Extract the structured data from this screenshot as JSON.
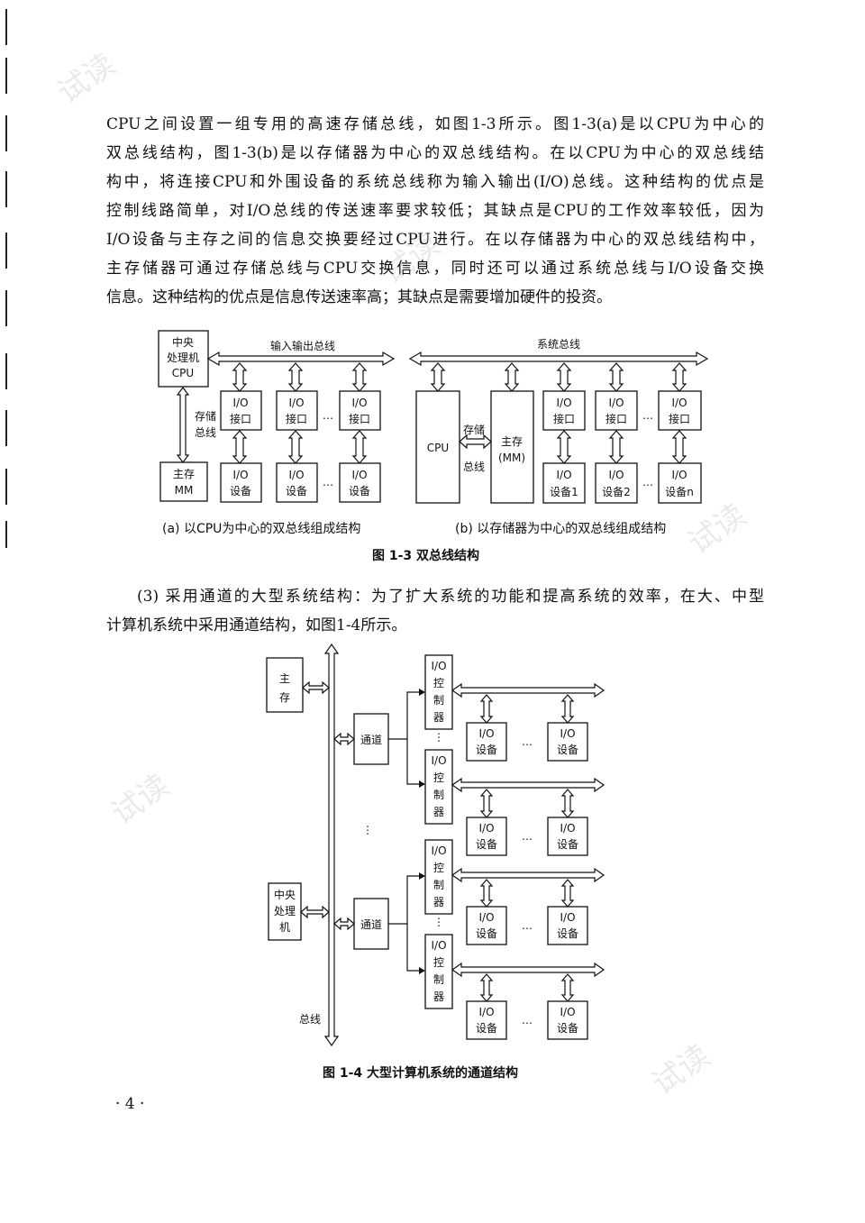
{
  "body_paragraph_1_lines": [
    "CPU之间设置一组专用的高速存储总线，如图1-3所示。图1-3(a)是以CPU为中心的",
    "双总线结构，图1-3(b)是以存储器为中心的双总线结构。在以CPU为中心的双总线结",
    "构中，将连接CPU和外围设备的系统总线称为输入输出(I/O)总线。这种结构的优点是",
    "控制线路简单，对I/O总线的传送速率要求较低；其缺点是CPU的工作效率较低，因为",
    "I/O设备与主存之间的信息交换要经过CPU进行。在以存储器为中心的双总线结构中，",
    "主存储器可通过存储总线与CPU交换信息，同时还可以通过系统总线与I/O设备交换",
    "信息。这种结构的优点是信息传送速率高；其缺点是需要增加硬件的投资。"
  ],
  "body_paragraph_2_lines": [
    "(3) 采用通道的大型系统结构：为了扩大系统的功能和提高系统的效率，在大、中型",
    "计算机系统中采用通道结构，如图1-4所示。"
  ],
  "fig13": {
    "a": {
      "cpu_label": [
        "中央",
        "处理机",
        "CPU"
      ],
      "io_bus": "输入输出总线",
      "storage_bus": [
        "存储",
        "总线"
      ],
      "mm_label": [
        "主存",
        "MM"
      ],
      "interface": [
        "I/O",
        "接口"
      ],
      "device": [
        "I/O",
        "设备"
      ],
      "ellipsis": "…",
      "caption": "(a) 以CPU为中心的双总线组成结构"
    },
    "b": {
      "system_bus": "系统总线",
      "cpu": "CPU",
      "storage_bus": [
        "存储",
        "总线"
      ],
      "mm_label": [
        "主存",
        "(MM)"
      ],
      "interface": [
        "I/O",
        "接口"
      ],
      "devices": [
        [
          "I/O",
          "设备1"
        ],
        [
          "I/O",
          "设备2"
        ],
        [
          "I/O",
          "设备n"
        ]
      ],
      "ellipsis": "…",
      "caption": "(b) 以存储器为中心的双总线组成结构"
    },
    "caption": "图 1-3    双总线结构"
  },
  "fig14": {
    "main_memory": [
      "主",
      "存"
    ],
    "cpu": [
      "中央",
      "处理",
      "机"
    ],
    "bus": "总线",
    "channel": "通道",
    "controller": [
      "I/O",
      "控",
      "制",
      "器"
    ],
    "device": [
      "I/O",
      "设备"
    ],
    "dots": "…",
    "vdots": "⋮",
    "caption": "图 1-4    大型计算机系统的通道结构"
  },
  "watermark": "试读",
  "page_number": "· 4 ·"
}
